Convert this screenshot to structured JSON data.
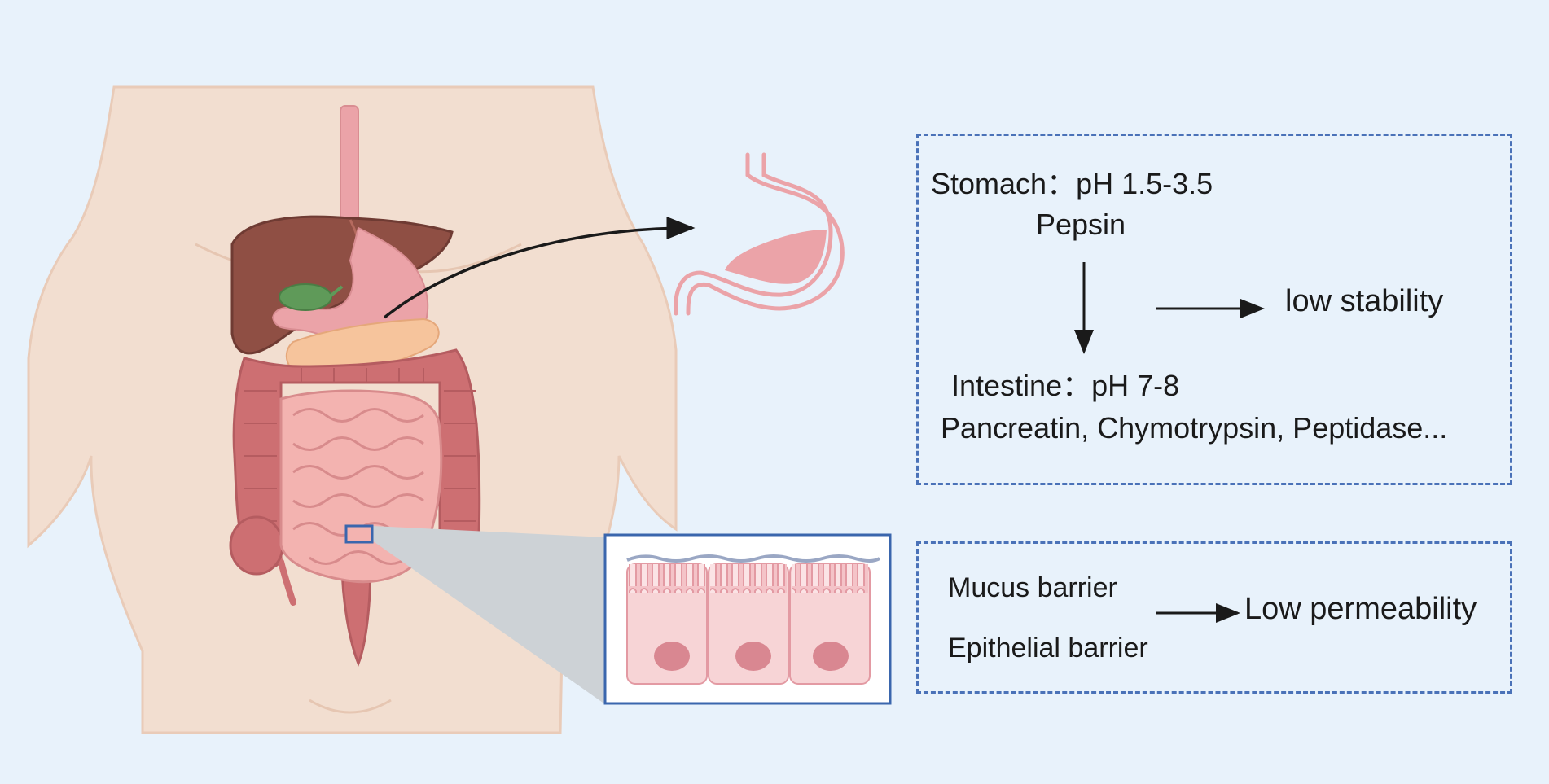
{
  "stomach_box": {
    "stomach_line": "Stomach：pH 1.5-3.5",
    "pepsin": "Pepsin",
    "intestine_line": "Intestine：pH 7-8",
    "enzymes": "Pancreatin, Chymotrypsin, Peptidase...",
    "result": "low stability"
  },
  "barrier_box": {
    "mucus": "Mucus barrier",
    "epithelial": "Epithelial barrier",
    "result": "Low permeability"
  },
  "colors": {
    "background": "#e8f2fb",
    "dashed_border": "#4a72b8",
    "skin": "#f2ded0",
    "liver": "#8f4f44",
    "gallbladder": "#5f9a59",
    "stomach": "#eba3a8",
    "pancreas": "#f6c49c",
    "intestine": "#cd6f72",
    "zoom_wedge": "#cdd2d6",
    "zoom_frame": "#3a66ad"
  }
}
